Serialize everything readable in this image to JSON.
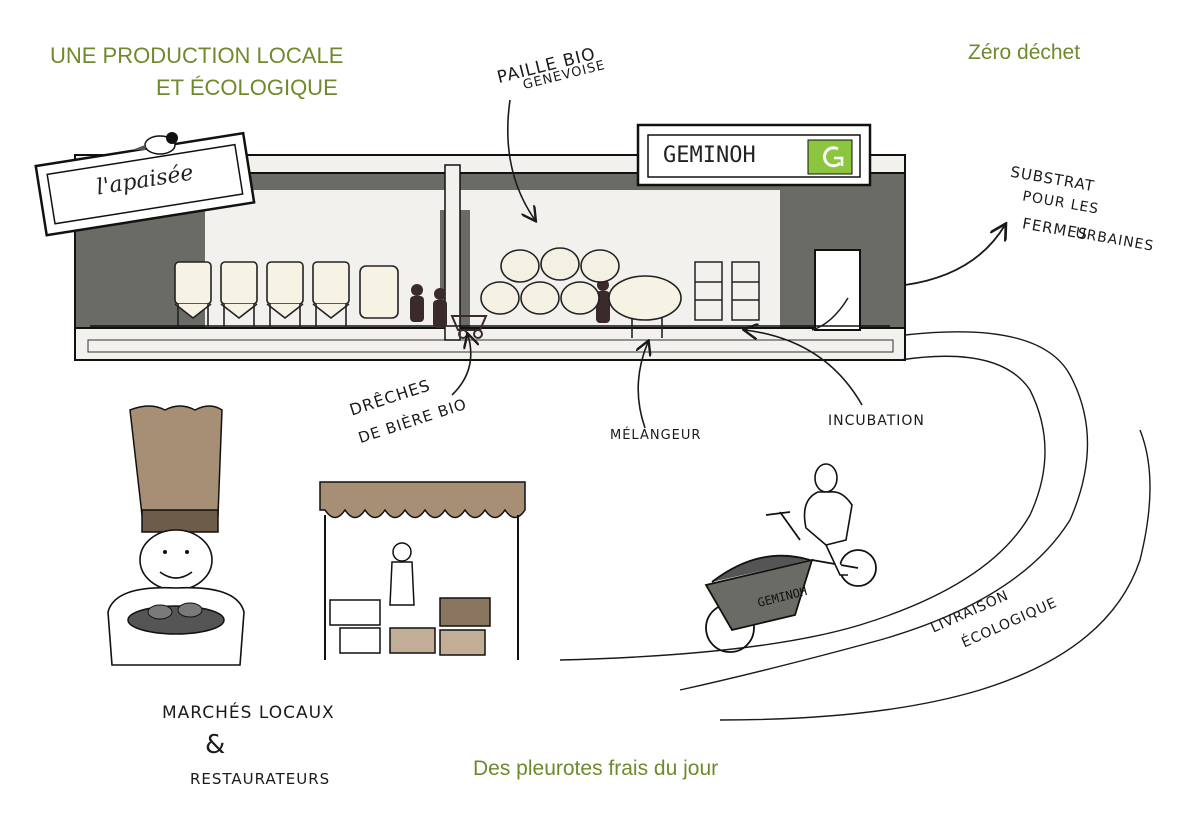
{
  "headings": {
    "local_line1": "UNE PRODUCTION LOCALE",
    "local_line2": "ET ÉCOLOGIQUE",
    "zero_waste": "Zéro déchet",
    "fresh": "Des pleurotes frais du jour"
  },
  "signs": {
    "left": "l'apaisée",
    "right": "GEMINOH"
  },
  "labels": {
    "straw_1": "PAILLE BIO",
    "straw_2": "GENEVOISE",
    "substrate_1": "SUBSTRAT",
    "substrate_2": "POUR LES",
    "substrate_3": "FERMES",
    "substrate_4": "URBAINES",
    "spent_grain_1": "DRÊCHES",
    "spent_grain_2": "DE BIÈRE BIO",
    "mixer": "MÉLANGEUR",
    "incubation": "INCUBATION",
    "delivery_1": "LIVRAISON",
    "delivery_2": "ÉCOLOGIQUE",
    "markets_1": "MARCHÉS LOCAUX",
    "markets_amp": "&",
    "markets_2": "RESTAURATEURS",
    "cargo_bike": "GEMINOH"
  },
  "colors": {
    "accent_green": "#6f8a2c",
    "brand_green": "#8cc63f",
    "wall_grey": "#6b6b66",
    "interior": "#f2f1ee",
    "kraft": "#a78f76",
    "ink": "#1a1a1a"
  }
}
